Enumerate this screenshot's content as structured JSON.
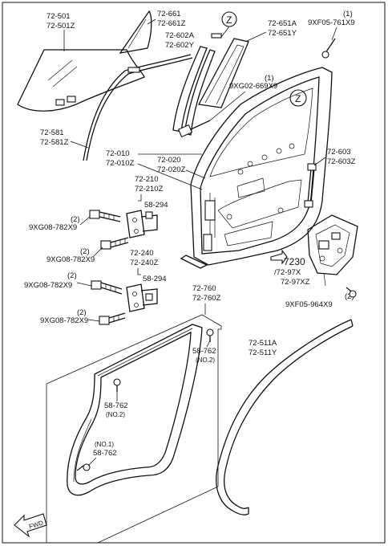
{
  "diagram": {
    "labels": {
      "glass": [
        "72-501",
        "72-501Z"
      ],
      "glass_run": [
        "72-581",
        "72-581Z"
      ],
      "sash_glass": [
        "72-661",
        "72-661Z"
      ],
      "sash_channel": [
        "72-602A",
        "72-602Y"
      ],
      "ref_z_top": "Z",
      "ref_z_door": "Z",
      "weatherstrip_upper": [
        "72-651A",
        "72-651Y"
      ],
      "screw_top_qty": "(1)",
      "screw_top": "9XF05-761X9",
      "bolt_sash_qty": "(1)",
      "bolt_sash": "9XG02-669X9",
      "door_panel": [
        "72-010",
        "72-010Z"
      ],
      "door_inner": [
        "72-020",
        "72-020Z"
      ],
      "check": [
        "72-603",
        "72-603Z"
      ],
      "hinge_upper": [
        "72-210",
        "72-210Z"
      ],
      "pin_upper": "58-294",
      "bolt1_qty": "(2)",
      "bolt1": "9XG08-782X9",
      "bolt2_qty": "(2)",
      "bolt2": "9XG08-782X9",
      "hinge_lower": [
        "72-240",
        "72-240Z"
      ],
      "pin_lower": "58-294",
      "bolt3_qty": "(2)",
      "bolt3": "9XG08-782X9",
      "bolt4_qty": "(2)",
      "bolt4": "9XG08-782X9",
      "lock_ref": "7230",
      "lock_part": [
        "/72-97X",
        "72-97XZ"
      ],
      "screw_lock_qty": "(2)",
      "screw_lock": "9XF05-964X9",
      "weatherstrip_door": [
        "72-760",
        "72-760Z"
      ],
      "clip_upper": [
        "58-762",
        "(NO.2)"
      ],
      "clip_mid": [
        "58-762",
        "(NO.2)"
      ],
      "clip_lower": [
        "(NO.1)",
        "58-762"
      ],
      "weatherstrip_body": [
        "72-511A",
        "72-511Y"
      ],
      "fwd": "FWD"
    }
  }
}
